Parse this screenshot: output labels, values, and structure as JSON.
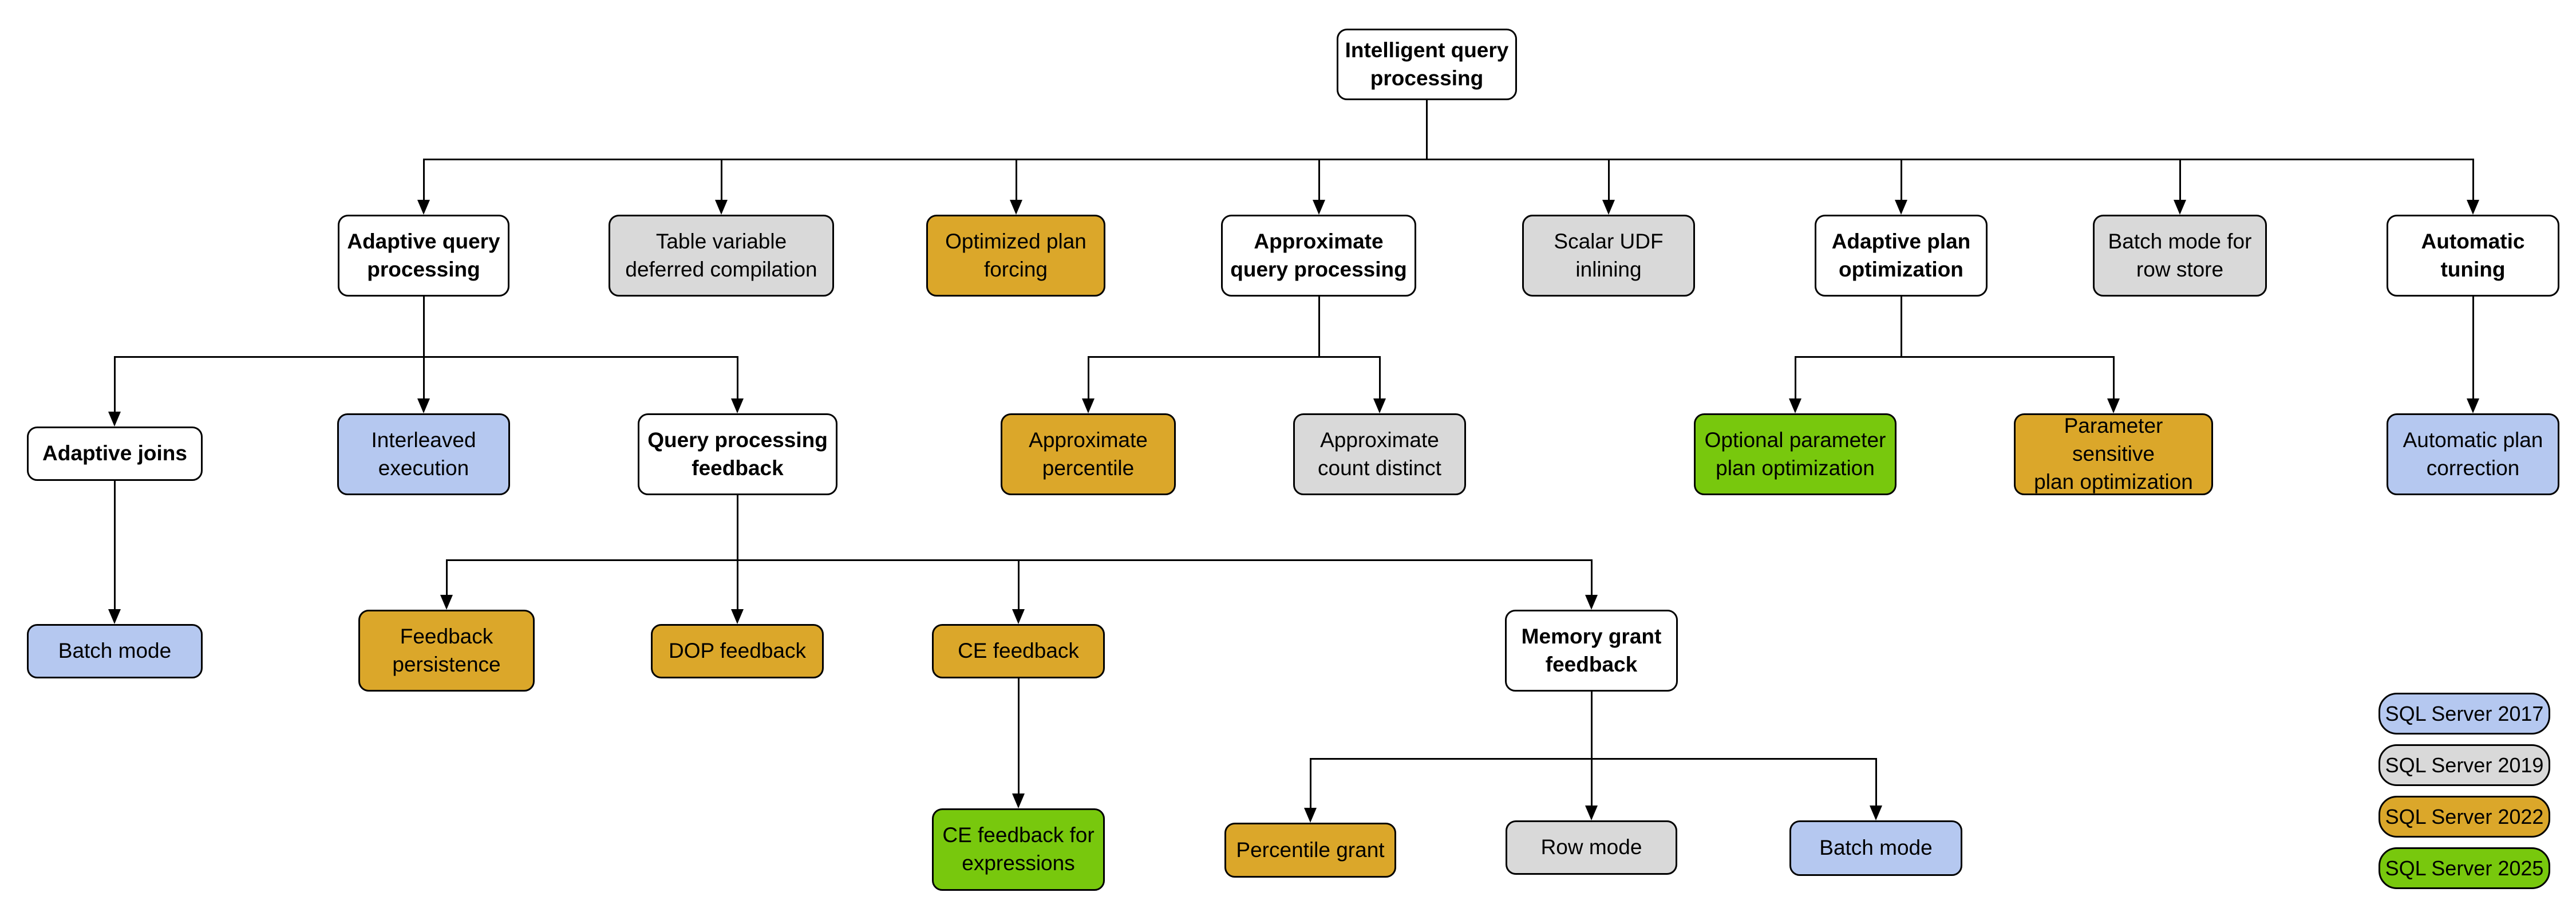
{
  "diagram_title": "Intelligent query processing",
  "nodes": {
    "root": {
      "label": "Intelligent query\nprocessing",
      "color": "white"
    },
    "adaptive_query_processing": {
      "label": "Adaptive query\nprocessing",
      "color": "white"
    },
    "table_variable_deferred_compilation": {
      "label": "Table variable\ndeferred compilation",
      "color": "gray"
    },
    "optimized_plan_forcing": {
      "label": "Optimized plan\nforcing",
      "color": "gold"
    },
    "approximate_query_processing": {
      "label": "Approximate\nquery processing",
      "color": "white"
    },
    "scalar_udf_inlining": {
      "label": "Scalar UDF\ninlining",
      "color": "gray"
    },
    "adaptive_plan_optimization": {
      "label": "Adaptive plan\noptimization",
      "color": "white"
    },
    "batch_mode_for_row_store": {
      "label": "Batch mode for\nrow store",
      "color": "gray"
    },
    "automatic_tuning": {
      "label": "Automatic\ntuning",
      "color": "white"
    },
    "adaptive_joins": {
      "label": "Adaptive joins",
      "color": "white"
    },
    "interleaved_execution": {
      "label": "Interleaved\nexecution",
      "color": "blue"
    },
    "query_processing_feedback": {
      "label": "Query processing\nfeedback",
      "color": "white"
    },
    "approximate_percentile": {
      "label": "Approximate\npercentile",
      "color": "gold"
    },
    "approximate_count_distinct": {
      "label": "Approximate\ncount distinct",
      "color": "gray"
    },
    "optional_parameter_plan_optimization": {
      "label": "Optional parameter\nplan optimization",
      "color": "green"
    },
    "parameter_sensitive_plan_optimization": {
      "label": "Parameter sensitive\nplan optimization",
      "color": "gold"
    },
    "automatic_plan_correction": {
      "label": "Automatic plan\ncorrection",
      "color": "blue"
    },
    "batch_mode_adaptive_joins": {
      "label": "Batch mode",
      "color": "blue"
    },
    "feedback_persistence": {
      "label": "Feedback\npersistence",
      "color": "gold"
    },
    "dop_feedback": {
      "label": "DOP feedback",
      "color": "gold"
    },
    "ce_feedback": {
      "label": "CE feedback",
      "color": "gold"
    },
    "memory_grant_feedback": {
      "label": "Memory grant\nfeedback",
      "color": "white"
    },
    "ce_feedback_for_expressions": {
      "label": "CE feedback for\nexpressions",
      "color": "green"
    },
    "percentile_grant": {
      "label": "Percentile grant",
      "color": "gold"
    },
    "row_mode": {
      "label": "Row mode",
      "color": "gray"
    },
    "batch_mode_memory_grant": {
      "label": "Batch mode",
      "color": "blue"
    }
  },
  "legend": {
    "items": [
      {
        "label": "SQL Server 2017",
        "color": "#b5c8f0"
      },
      {
        "label": "SQL Server 2019",
        "color": "#d9d9d9"
      },
      {
        "label": "SQL Server 2022",
        "color": "#dba72a"
      },
      {
        "label": "SQL Server 2025",
        "color": "#78c80d"
      }
    ]
  },
  "colors": {
    "category_white": "#ffffff",
    "sql2017_blue": "#b5c8f0",
    "sql2019_gray": "#d9d9d9",
    "sql2022_gold": "#dba72a",
    "sql2025_green": "#78c80d",
    "line": "#000000"
  }
}
